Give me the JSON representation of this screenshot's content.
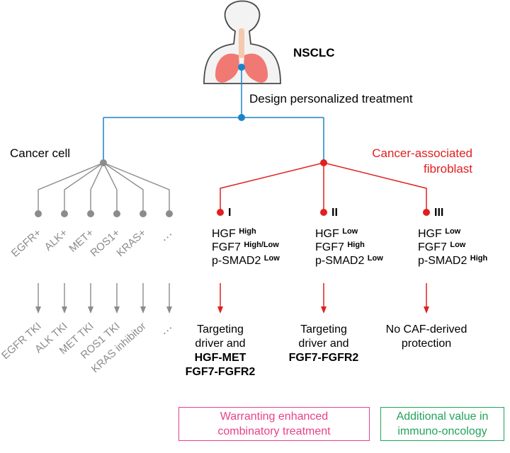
{
  "header": {
    "disease_label": "NSCLC",
    "design_label": "Design personalized treatment"
  },
  "cancer_cell": {
    "title": "Cancer cell",
    "markers": [
      "EGFR+",
      "ALK+",
      "MET+",
      "ROS1+",
      "KRAS+",
      "…"
    ],
    "therapies": [
      "EGFR TKI",
      "ALK TKI",
      "MET TKI",
      "ROS1 TKI",
      "KRAS inhibitor",
      "…"
    ]
  },
  "caf": {
    "title_line1": "Cancer-associated",
    "title_line2": "fibroblast",
    "subtypes": [
      {
        "id": "I",
        "markers": [
          {
            "name": "HGF",
            "level": "High"
          },
          {
            "name": "FGF7",
            "level": "High/Low"
          },
          {
            "name": "p-SMAD2",
            "level": "Low"
          }
        ],
        "outcome_lines": [
          "Targeting",
          "driver and"
        ],
        "outcome_bold": [
          "HGF-MET",
          "FGF7-FGFR2"
        ]
      },
      {
        "id": "II",
        "markers": [
          {
            "name": "HGF",
            "level": "Low"
          },
          {
            "name": "FGF7",
            "level": "High"
          },
          {
            "name": "p-SMAD2",
            "level": "Low"
          }
        ],
        "outcome_lines": [
          "Targeting",
          "driver and"
        ],
        "outcome_bold": [
          "FGF7-FGFR2"
        ]
      },
      {
        "id": "III",
        "markers": [
          {
            "name": "HGF",
            "level": "Low"
          },
          {
            "name": "FGF7",
            "level": "Low"
          },
          {
            "name": "p-SMAD2",
            "level": "High"
          }
        ],
        "outcome_lines": [
          "No CAF-derived",
          "protection"
        ],
        "outcome_bold": []
      }
    ]
  },
  "boxes": {
    "combinatory": {
      "line1": "Warranting enhanced",
      "line2": "combinatory treatment",
      "color": "#e8418a"
    },
    "immuno": {
      "line1": "Additional value in",
      "line2": "immuno-oncology",
      "color": "#22a35a"
    }
  },
  "colors": {
    "blue": "#1a84c9",
    "red": "#e02020",
    "gray": "#8c8c8c",
    "lung": "#f07a73",
    "skin": "#f3f3f3"
  }
}
